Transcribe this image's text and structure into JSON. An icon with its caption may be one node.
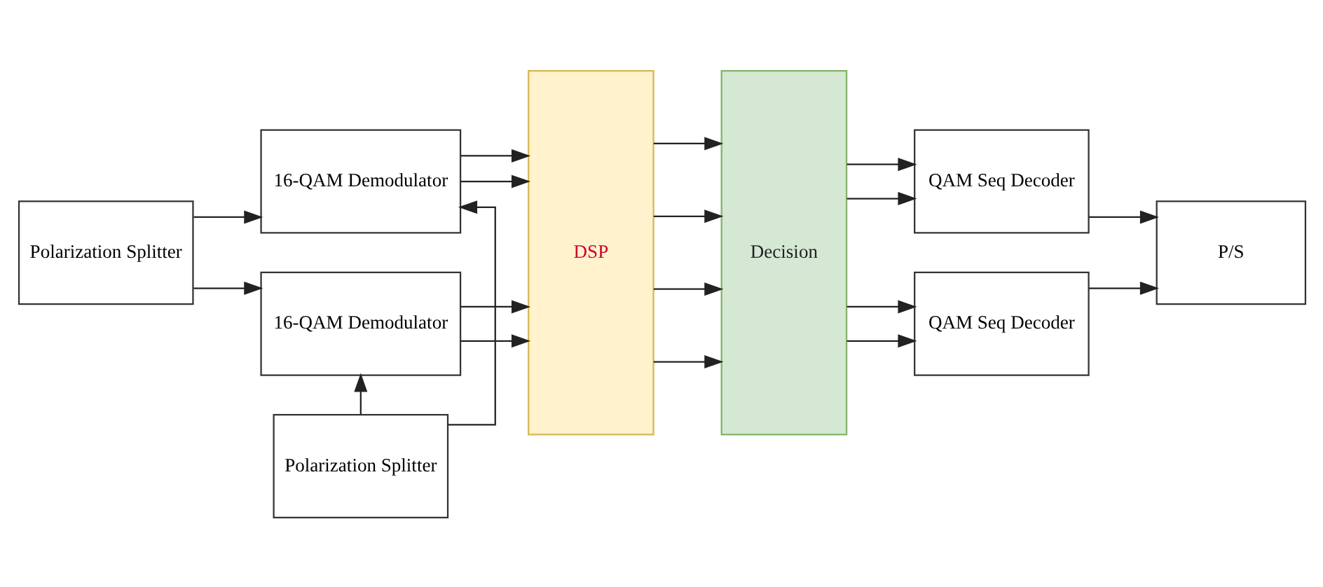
{
  "diagram": {
    "nodes": [
      {
        "text": [
          "Polarization Splitter"
        ]
      },
      {
        "text": [
          "16-QAM Demodulator"
        ]
      },
      {
        "text": [
          "Polarization Splitter"
        ]
      },
      {
        "text": [
          "16-QAM Demodulator"
        ]
      },
      {
        "text": [
          "DSP"
        ]
      },
      {
        "text": [
          "Decision"
        ]
      },
      {
        "text": [
          "QAM Seq Decoder"
        ]
      },
      {
        "text": [
          "QAM Seq Decoder"
        ]
      },
      {
        "text": [
          "P/S"
        ]
      }
    ],
    "edges": [
      {
        "from": 0,
        "to": 1,
        "arrow": "to"
      },
      {
        "from": 0,
        "to": 3,
        "arrow": "to"
      },
      {
        "from": 2,
        "to": 1,
        "arrow": "to"
      },
      {
        "from": 2,
        "to": 3,
        "arrow": "to"
      },
      {
        "from": 1,
        "to": 4,
        "arrow": "to"
      },
      {
        "from": 1,
        "to": 4,
        "arrow": "to"
      },
      {
        "from": 3,
        "to": 4,
        "arrow": "to"
      },
      {
        "from": 3,
        "to": 4,
        "arrow": "to"
      },
      {
        "from": 4,
        "to": 5,
        "arrow": "to"
      },
      {
        "from": 4,
        "to": 5,
        "arrow": "to"
      },
      {
        "from": 4,
        "to": 5,
        "arrow": "to"
      },
      {
        "from": 4,
        "to": 5,
        "arrow": "to"
      },
      {
        "from": 5,
        "to": 6,
        "arrow": "to"
      },
      {
        "from": 5,
        "to": 6,
        "arrow": "to"
      },
      {
        "from": 5,
        "to": 7,
        "arrow": "to"
      },
      {
        "from": 5,
        "to": 7,
        "arrow": "to"
      },
      {
        "from": 6,
        "to": 8,
        "arrow": "to"
      },
      {
        "from": 7,
        "to": 8,
        "arrow": "to"
      }
    ]
  }
}
